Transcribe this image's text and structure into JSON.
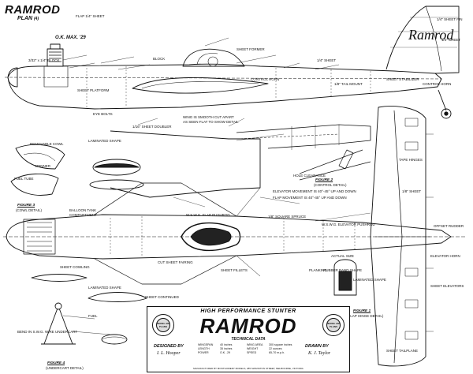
{
  "header": {
    "title": "RAMROD",
    "subtitle": "PLAN",
    "subtitle_num": "(4)"
  },
  "fin_logo": "Ramrod",
  "engine": "O.K. MAX. '29",
  "figures": {
    "f2": "FIGURE 2",
    "f2sub": "(CONTROL DETAIL)",
    "f3": "FIGURE 3",
    "f3sub": "(COWL DETAIL)",
    "f4": "FIGURE 4",
    "f4sub": "(UNDERCART DETAIL)",
    "f1": "FIGURE 1",
    "f1sub": "(FLAP HINGE DETAIL)"
  },
  "labels": [
    "3/32\" x 1/4\" BLOCK",
    "FLAP 1/4\" SHEET",
    "BLOCK",
    "SHEET PLATFORM",
    "SHEET FORMER",
    "CONTROL HORN",
    "1/4\" SHEET",
    "1/8\" TAIL MOUNT",
    "WING IS SMOOTH CUT APART",
    "AS SEEN FLAT TO SHOW DETAIL",
    "EYE BOLTS",
    "1/16\" SHEET DOUBLER",
    "LAMINATED SHAPE",
    "REMOVABLE COWL",
    "SPINNER",
    "FUEL TUBE",
    "BALLOON TANK",
    "COMPARTMENT",
    "W.S.W.G. FLAP PUSHROD",
    "W.S.W.G. ELEVATOR PUSHROD",
    "1/8\" SQUARE SPRUCE",
    "ELEVATOR MOVEMENT IS 40°-45° UP AND DOWN",
    "FLAP MOVEMENT IS 40°-45° UP AND DOWN",
    "TAPE HINGES",
    "1/8\" SHEET",
    "SHEET STABILIZER",
    "ELEVATOR HORN",
    "SHEET ELEVATORS",
    "SHEET TAILPLANE",
    "CUT SHEET FAIRING",
    "LAMINATED SHAPE",
    "SHEET CONTINUED",
    "ACTUAL SIZE",
    "LAMINATED SHAPE",
    "PLANKING",
    "SHEET COWLING",
    "1/4\" SHEET",
    "CONTROL HORN",
    "OFFSET RUDDER",
    "1/4\" SHEET FIN",
    "HOLE CLEARANCE",
    "RUBBER BAND SHAPE",
    "BEND IN S.W.G. WIRE UNDERCART",
    "SHEET FILLETS",
    "FUEL"
  ],
  "titleblock": {
    "top": "HIGH PERFORMANCE STUNTER",
    "name": "RAMROD",
    "technical": "TECHNICAL DATA",
    "designed_label": "DESIGNED BY",
    "designed_sig": "I. L. Hooper",
    "drawn_label": "DRAWN BY",
    "drawn_sig": "K. J. Taylor",
    "badge": "MODEL AIR PLANS",
    "specs": [
      [
        "WINGSPAN",
        "40 inches",
        "WING AREA",
        "300 square inches"
      ],
      [
        "LENGTH",
        "35 inches",
        "WEIGHT",
        "22 ounces"
      ],
      [
        "POWER",
        "O.K. .29",
        "SPEED",
        "65-70 m.p.h."
      ]
    ],
    "footer": "MANUFACTURED BY MONTGOMERY MODELS, 285 SWANSTON STREET, MELBOURNE, VICTORIA"
  },
  "colors": {
    "ink": "#111111",
    "paper": "#ffffff",
    "shade": "#222222"
  }
}
